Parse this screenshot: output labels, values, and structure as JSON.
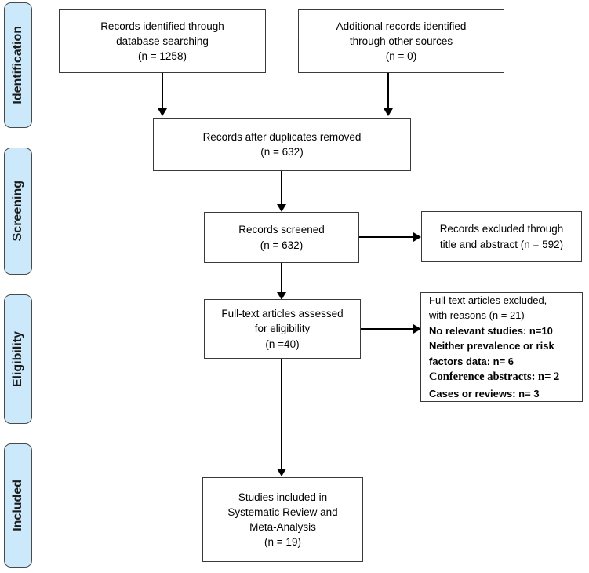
{
  "diagram": {
    "type": "prisma-flow-diagram",
    "stages": [
      {
        "id": "identification",
        "label": "Identification"
      },
      {
        "id": "screening",
        "label": "Screening"
      },
      {
        "id": "eligibility",
        "label": "Eligibility"
      },
      {
        "id": "included",
        "label": "Included"
      }
    ],
    "boxes": {
      "records_identified": {
        "lines": [
          "Records identified through",
          "database searching",
          "(n = 1258)"
        ]
      },
      "additional_records": {
        "lines": [
          "Additional records identified",
          "through other sources",
          "(n = 0)"
        ]
      },
      "duplicates_removed": {
        "lines": [
          "Records after duplicates removed",
          "(n = 632)"
        ]
      },
      "records_screened": {
        "lines": [
          "Records screened",
          "(n = 632)"
        ]
      },
      "records_excluded": {
        "lines": [
          "Records excluded through",
          "title and abstract (n = 592)"
        ]
      },
      "fulltext_assessed": {
        "lines": [
          "Full-text articles assessed",
          "for eligibility",
          "(n =40)"
        ]
      },
      "fulltext_excluded": {
        "lines": [
          "Full-text articles excluded,",
          "with reasons (n = 21)",
          "No relevant studies: n=10",
          "Neither prevalence or risk",
          "factors data: n= 6",
          "Conference abstracts: n= 2",
          "Cases or reviews: n= 3"
        ]
      },
      "studies_included": {
        "lines": [
          "Studies included in",
          "Systematic Review and",
          "Meta-Analysis",
          "(n = 19)"
        ]
      }
    },
    "counts": {
      "database_searching": 1258,
      "other_sources": 0,
      "after_duplicates": 632,
      "screened": 632,
      "excluded_title_abstract": 592,
      "fulltext_assessed": 40,
      "fulltext_excluded": 21,
      "no_relevant_studies": 10,
      "neither_prevalence_or_risk_factors": 6,
      "conference_abstracts": 2,
      "cases_or_reviews": 3,
      "studies_included": 19
    },
    "colors": {
      "stage_fill": "#cce9fb",
      "stage_border": "#4a4a4a",
      "box_border": "#3a3a3a",
      "box_fill": "#ffffff",
      "connector": "#000000",
      "text": "#000000"
    }
  }
}
